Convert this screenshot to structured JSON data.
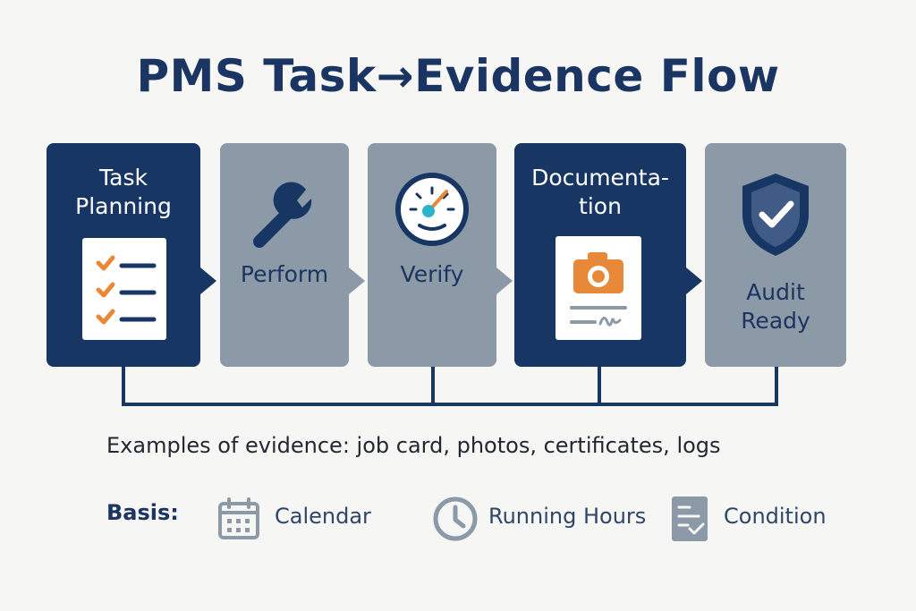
{
  "title": "PMS Task→Evidence Flow",
  "steps": [
    {
      "label_line1": "Task",
      "label_line2": "Planning",
      "icon": "checklist-icon",
      "style": "dark"
    },
    {
      "label_line1": "Perform",
      "icon": "wrench-icon",
      "style": "gray"
    },
    {
      "label_line1": "Verify",
      "icon": "gauge-icon",
      "style": "gray"
    },
    {
      "label_line1": "Documenta-",
      "label_line2": "tion",
      "icon": "camera-document-icon",
      "style": "dark"
    },
    {
      "label_line1": "Audit",
      "label_line2": "Ready",
      "icon": "shield-check-icon",
      "style": "gray"
    }
  ],
  "examples_text": "Examples of evidence: job card, photos, certificates, logs",
  "basis": {
    "label": "Basis:",
    "items": [
      {
        "label": "Calendar",
        "icon": "calendar-icon"
      },
      {
        "label": "Running Hours",
        "icon": "clock-icon"
      },
      {
        "label": "Condition",
        "icon": "condition-checklist-icon"
      }
    ]
  },
  "colors": {
    "dark_navy": "#173664",
    "slate_gray": "#8c9aa8",
    "accent_orange": "#e8893a",
    "accent_teal": "#2bb3c9",
    "background": "#f6f6f4"
  }
}
